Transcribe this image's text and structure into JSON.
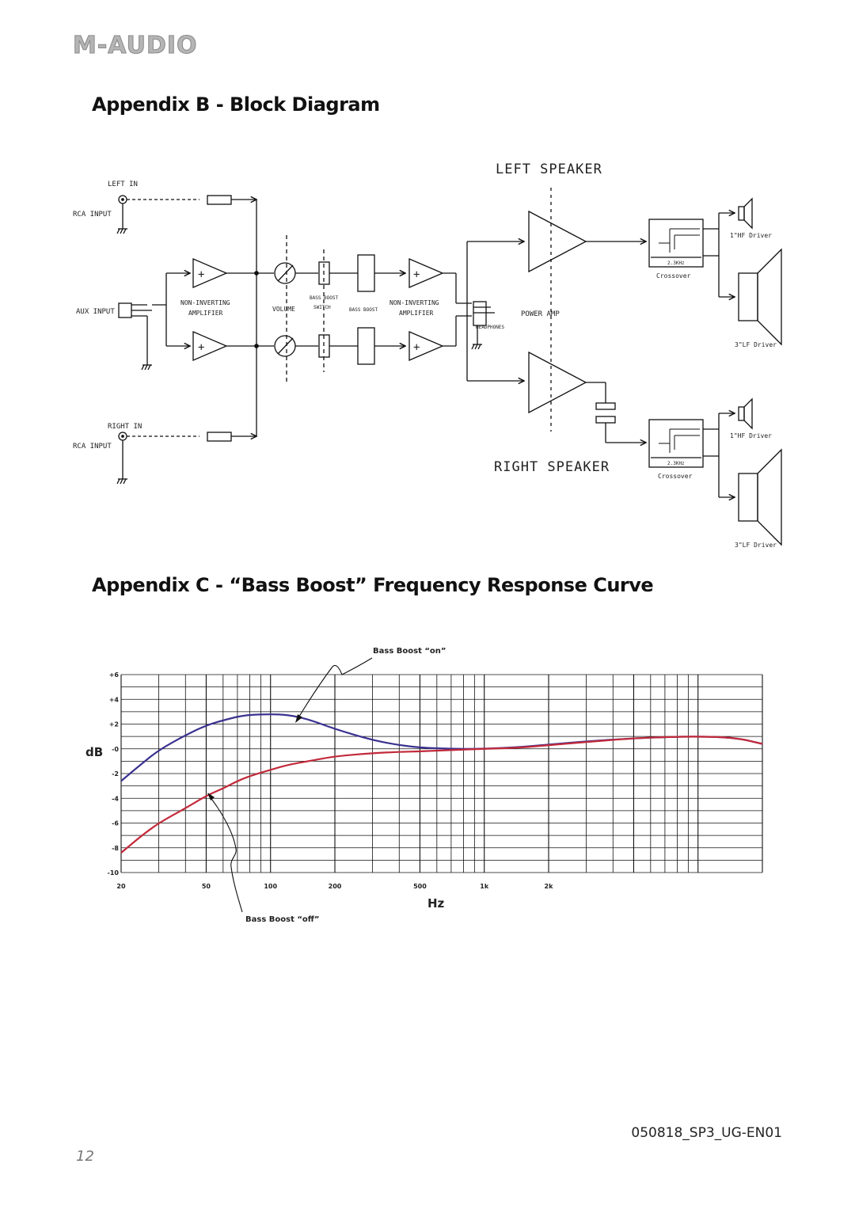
{
  "header": {
    "logo": "M-AUDIO"
  },
  "appendix_b": {
    "title": "Appendix B - Block Diagram",
    "labels": {
      "left_speaker": "LEFT SPEAKER",
      "right_speaker": "RIGHT SPEAKER",
      "left_in": "LEFT IN",
      "right_in": "RIGHT IN",
      "rca_input_left": "RCA INPUT",
      "rca_input_right": "RCA INPUT",
      "aux_input": "AUX INPUT",
      "non_inverting_1": "NON-INVERTING",
      "amplifier_1": "AMPLIFIER",
      "volume": "VOLUME",
      "bass_boost_top": "BASS BOOST",
      "switch": "SWITCH",
      "bass_boost": "BASS BOOST",
      "non_inverting_2": "NON-INVERTING",
      "amplifier_2": "AMPLIFIER",
      "headphones": "HEADPHONES",
      "power_amp": "POWER AMP",
      "crossover_freq_top": "2.3KHz",
      "crossover_top": "Crossover",
      "crossover_freq_bottom": "2.3KHz",
      "crossover_bottom": "Crossover",
      "hf_driver_top": "1\"HF Driver",
      "lf_driver_top": "3\"LF Driver",
      "hf_driver_bottom": "1\"HF Driver",
      "lf_driver_bottom": "3\"LF Driver",
      "plus": "+"
    }
  },
  "appendix_c": {
    "title": "Appendix C - “Bass Boost” Frequency Response Curve"
  },
  "chart_data": {
    "type": "line",
    "xscale": "log",
    "xlim": [
      20,
      20000
    ],
    "ylim": [
      -10,
      6
    ],
    "xlabel": "Hz",
    "ylabel": "dB",
    "xticks": [
      {
        "value": 20,
        "label": "20"
      },
      {
        "value": 50,
        "label": "50"
      },
      {
        "value": 100,
        "label": "100"
      },
      {
        "value": 200,
        "label": "200"
      },
      {
        "value": 500,
        "label": "500"
      },
      {
        "value": 1000,
        "label": "1k"
      },
      {
        "value": 2000,
        "label": "2k"
      }
    ],
    "yticks": [
      {
        "value": 6,
        "label": "+6"
      },
      {
        "value": 4,
        "label": "+4"
      },
      {
        "value": 2,
        "label": "+2"
      },
      {
        "value": 0,
        "label": "-0"
      },
      {
        "value": -2,
        "label": "-2"
      },
      {
        "value": -4,
        "label": "-4"
      },
      {
        "value": -6,
        "label": "-6"
      },
      {
        "value": -8,
        "label": "-8"
      },
      {
        "value": -10,
        "label": "-10"
      }
    ],
    "grid": true,
    "annotations": [
      {
        "text": "Bass Boost “on”",
        "series": "on"
      },
      {
        "text": "Bass Boost “off”",
        "series": "off"
      }
    ],
    "series": [
      {
        "name": "Bass Boost “on”",
        "key": "on",
        "color": "#3a3290",
        "x": [
          20,
          25,
          30,
          40,
          50,
          60,
          70,
          80,
          100,
          120,
          150,
          200,
          300,
          400,
          500,
          700,
          1000,
          1500,
          2000,
          3000,
          5000,
          7000,
          10000,
          15000,
          20000
        ],
        "y": [
          -2.6,
          -1.2,
          -0.1,
          1.1,
          1.9,
          2.3,
          2.6,
          2.75,
          2.8,
          2.75,
          2.4,
          1.6,
          0.7,
          0.3,
          0.1,
          0.0,
          0.0,
          0.15,
          0.35,
          0.6,
          0.85,
          0.95,
          1.0,
          0.9,
          0.4
        ]
      },
      {
        "name": "Bass Boost “off”",
        "key": "off",
        "color": "#c22a3a",
        "x": [
          20,
          25,
          30,
          40,
          50,
          60,
          70,
          80,
          100,
          120,
          150,
          200,
          300,
          400,
          500,
          700,
          1000,
          1500,
          2000,
          3000,
          5000,
          7000,
          10000,
          15000,
          20000
        ],
        "y": [
          -8.4,
          -7.0,
          -6.0,
          -4.8,
          -3.8,
          -3.2,
          -2.6,
          -2.2,
          -1.7,
          -1.3,
          -1.0,
          -0.6,
          -0.35,
          -0.25,
          -0.2,
          -0.1,
          0.0,
          0.1,
          0.3,
          0.55,
          0.85,
          0.95,
          1.0,
          0.9,
          0.4
        ]
      }
    ]
  },
  "footer": {
    "doc_code": "050818_SP3_UG-EN01",
    "page_number": "12"
  }
}
